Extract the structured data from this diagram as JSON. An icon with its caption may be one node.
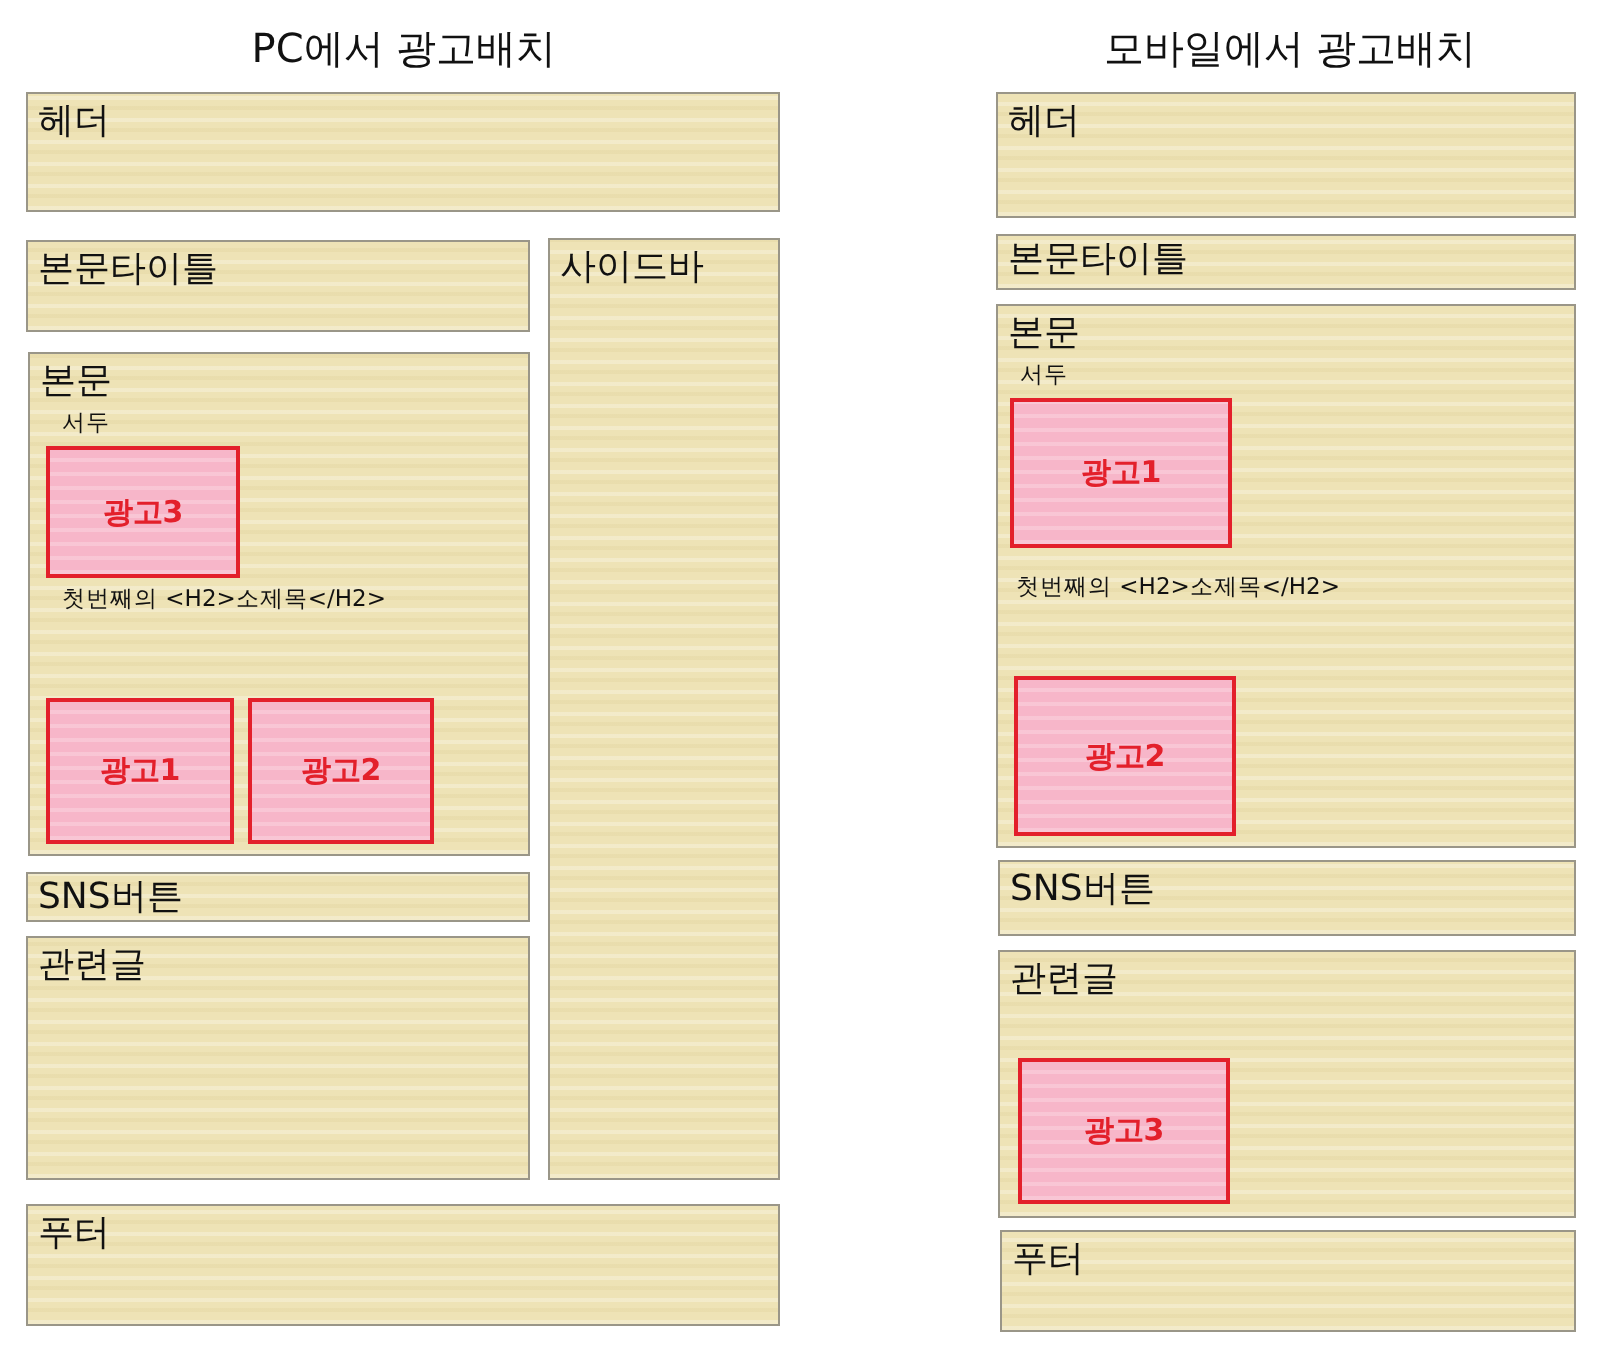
{
  "diagram": {
    "nodes": [
      {
        "text": [
          "헤더"
        ]
      },
      {
        "text": [
          "본문타이틀"
        ]
      },
      {
        "text": [
          "사이드바"
        ]
      },
      {
        "text": [
          "본문",
          "서두",
          "첫번째의 <H2>소제목</H2>"
        ]
      },
      {
        "text": [
          "광고3"
        ],
        "in": 3
      },
      {
        "text": [
          "광고1"
        ],
        "in": 3
      },
      {
        "text": [
          "광고2"
        ],
        "in": 3
      },
      {
        "text": [
          "SNS버튼"
        ]
      },
      {
        "text": [
          "관련글"
        ]
      },
      {
        "text": [
          "푸터"
        ]
      },
      {
        "text": [
          "헤더"
        ]
      },
      {
        "text": [
          "본문타이틀"
        ]
      },
      {
        "text": [
          "본문",
          "서두",
          "첫번째의 <H2>소제목</H2>"
        ]
      },
      {
        "text": [
          "광고1"
        ],
        "in": 12
      },
      {
        "text": [
          "광고2"
        ],
        "in": 12
      },
      {
        "text": [
          "SNS버튼"
        ]
      },
      {
        "text": [
          "관련글"
        ]
      },
      {
        "text": [
          "광고3"
        ],
        "in": 16
      },
      {
        "text": [
          "푸터"
        ]
      }
    ],
    "labels": [
      "PC에서 광고배치",
      "모바일에서 광고배치"
    ]
  }
}
